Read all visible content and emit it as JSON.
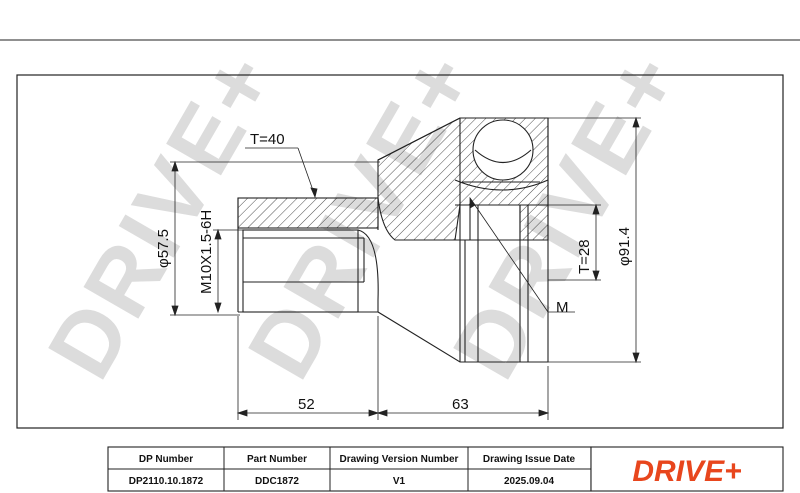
{
  "brand": {
    "watermark": "DRIVE+",
    "logo": "DRIVE+",
    "logo_color": "#e8461d",
    "watermark_color": "#dcdcdc"
  },
  "drawing": {
    "thread_length": "T=40",
    "shaft_diameter": "φ57.5",
    "thread_spec": "M10X1.5-6H",
    "inner_depth": "T=28",
    "outer_diameter": "φ91.4",
    "thread_marker": "M",
    "length_left": "52",
    "length_right": "63"
  },
  "title_block": {
    "headers": [
      "DP Number",
      "Part Number",
      "Drawing Version Number",
      "Drawing Issue Date"
    ],
    "values": [
      "DP2110.10.1872",
      "DDC1872",
      "V1",
      "2025.09.04"
    ]
  }
}
